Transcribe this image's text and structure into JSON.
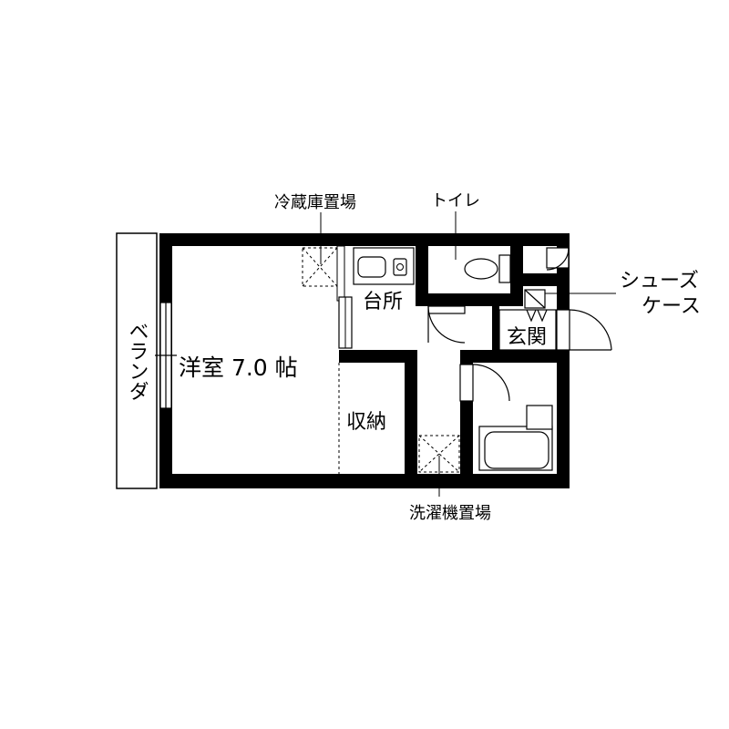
{
  "labels": {
    "veranda": "ベランダ",
    "western_room": "洋室 7.0 帖",
    "kitchen": "台所",
    "storage": "収納",
    "entrance": "玄関",
    "toilet": "トイレ",
    "fridge_space": "冷蔵庫置場",
    "washer_space": "洗濯機置場",
    "shoe_case_line1": "シューズ",
    "shoe_case_line2": "ケース"
  }
}
